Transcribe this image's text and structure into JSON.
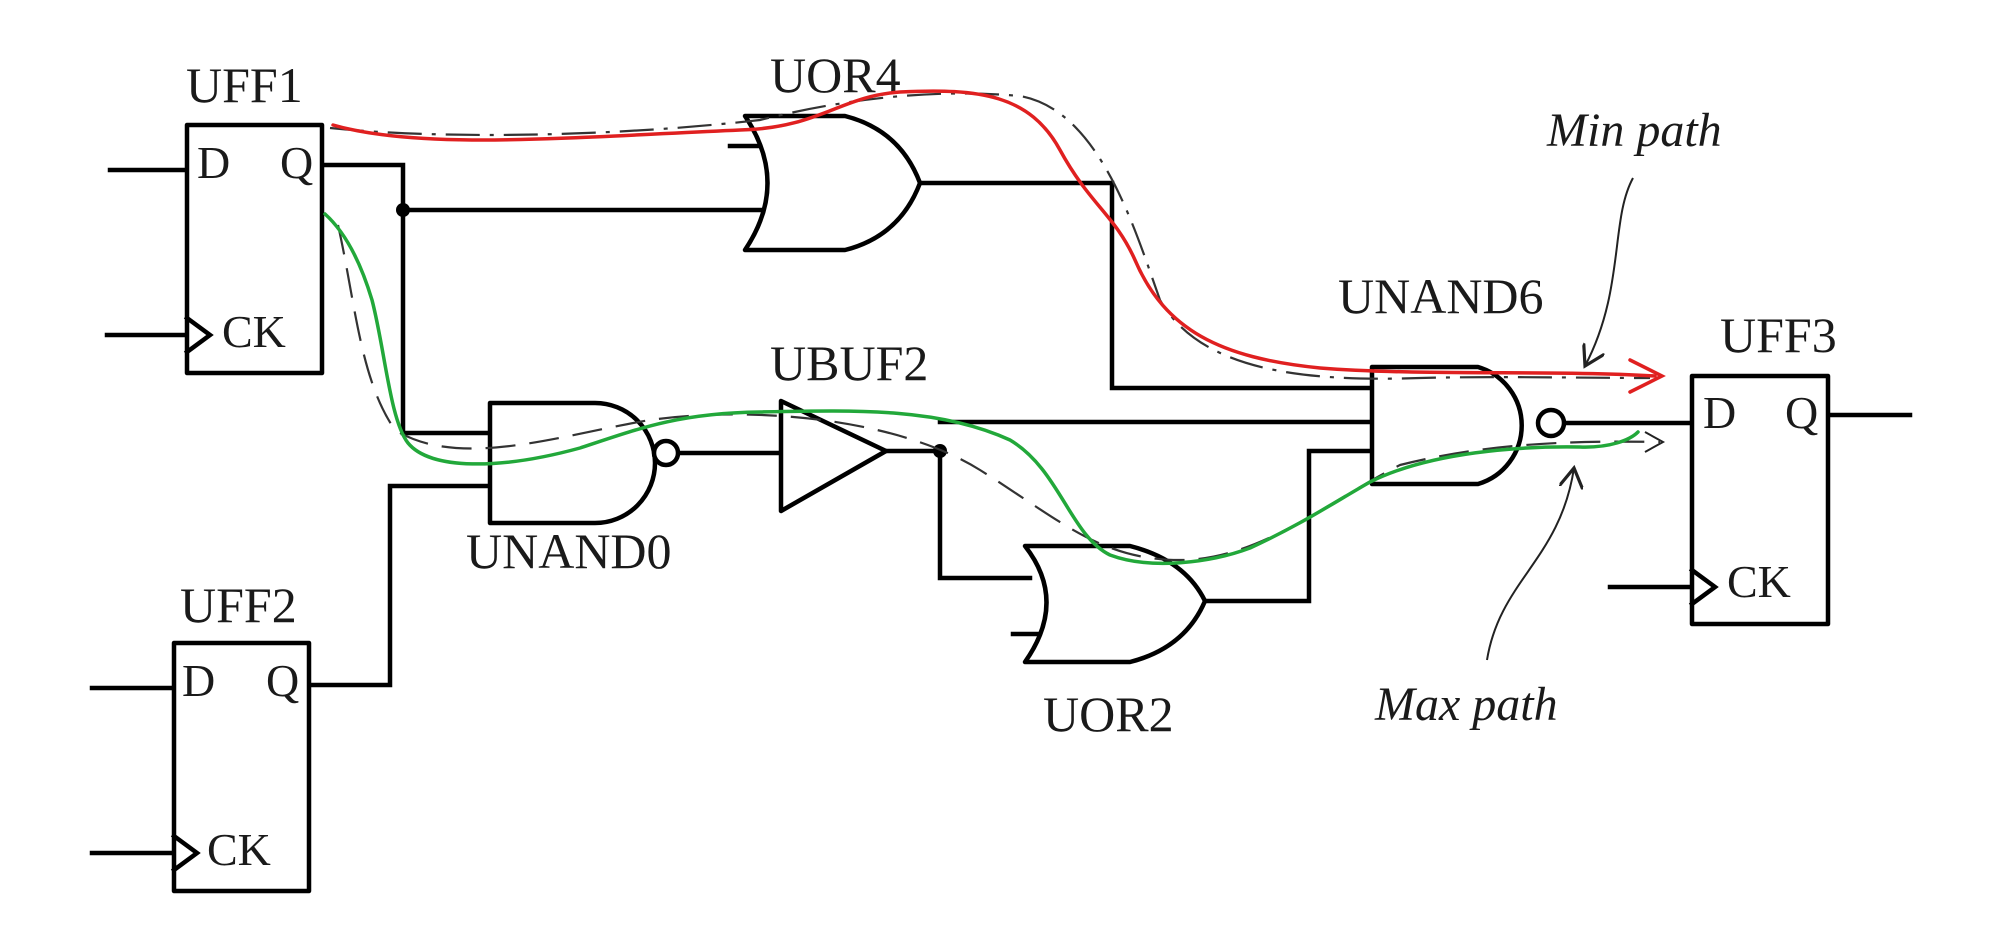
{
  "colors": {
    "min_path": "#e02020",
    "max_path": "#22a83a",
    "wire": "#000000",
    "background": "#ffffff"
  },
  "cells": {
    "uff1": {
      "name": "UFF1",
      "pin_d": "D",
      "pin_q": "Q",
      "pin_ck": "CK"
    },
    "uff2": {
      "name": "UFF2",
      "pin_d": "D",
      "pin_q": "Q",
      "pin_ck": "CK"
    },
    "uff3": {
      "name": "UFF3",
      "pin_d": "D",
      "pin_q": "Q",
      "pin_ck": "CK"
    },
    "uor4": {
      "name": "UOR4"
    },
    "unand0": {
      "name": "UNAND0"
    },
    "ubuf2": {
      "name": "UBUF2"
    },
    "uor2": {
      "name": "UOR2"
    },
    "unand6": {
      "name": "UNAND6"
    }
  },
  "annotations": {
    "min_path": "Min path",
    "max_path": "Max path"
  }
}
